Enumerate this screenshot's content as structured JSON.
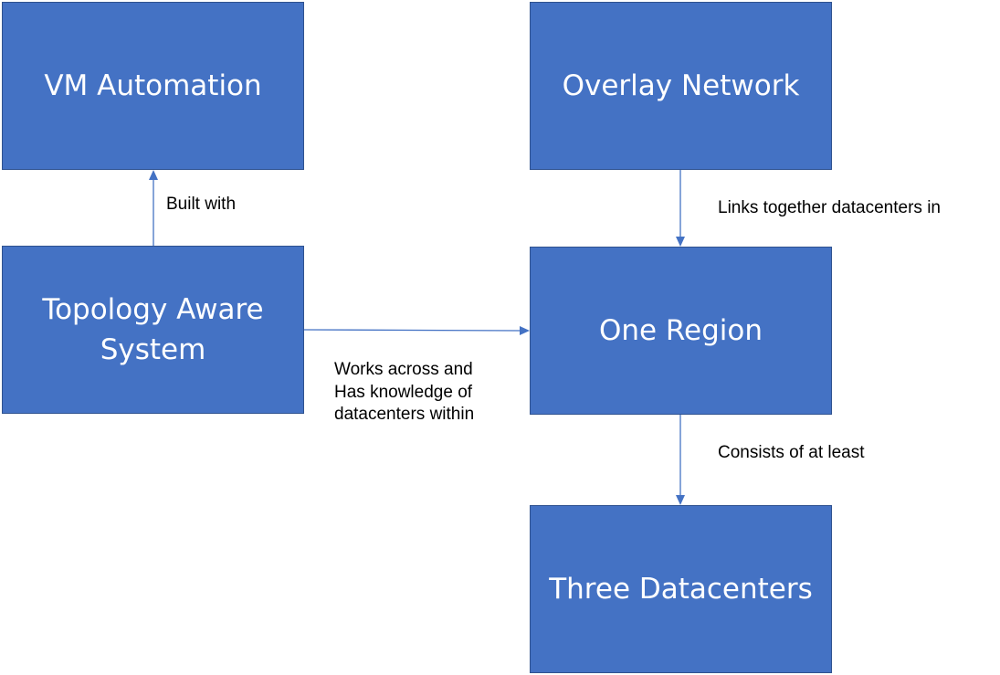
{
  "nodes": {
    "vm_automation": "VM Automation",
    "overlay_network": "Overlay Network",
    "topology_aware_system": "Topology Aware\nSystem",
    "one_region": "One Region",
    "three_datacenters": "Three Datacenters"
  },
  "edges": {
    "built_with": "Built with",
    "links_together": "Links together datacenters in",
    "works_across": "Works across and\nHas knowledge of\ndatacenters within",
    "consists_of": "Consists of at least"
  },
  "colors": {
    "node_fill": "#4472C4",
    "node_border": "#2F528F",
    "connector": "#4472C4"
  }
}
